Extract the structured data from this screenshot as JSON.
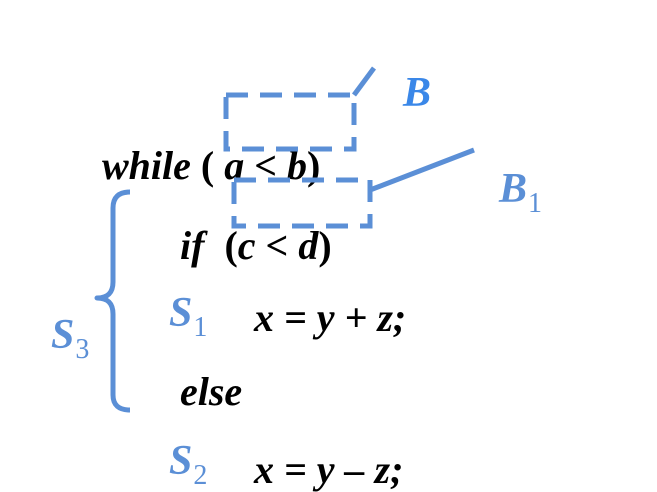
{
  "diagram": {
    "type": "code-annotation",
    "accent_color": "#5b8fd6",
    "label_color_B": "#3a87e8",
    "text_color": "#000000",
    "code_lines": [
      {
        "keyword": "while",
        "open": "(",
        "cond": "a < b",
        "close": ")"
      },
      {
        "keyword": "if",
        "open": "(",
        "cond": "c < d",
        "close": ")"
      },
      {
        "stmt": "x = y + z;"
      },
      {
        "keyword": "else"
      },
      {
        "stmt": "x = y – z;"
      }
    ],
    "labels": {
      "B": {
        "main": "B",
        "sub": ""
      },
      "B1": {
        "main": "B",
        "sub": "1"
      },
      "S1": {
        "main": "S",
        "sub": "1"
      },
      "S2": {
        "main": "S",
        "sub": "2"
      },
      "S3": {
        "main": "S",
        "sub": "3"
      }
    },
    "annotations": [
      {
        "label": "B",
        "target": "a < b",
        "style": "dashed-box"
      },
      {
        "label": "B1",
        "target": "c < d",
        "style": "dashed-box"
      },
      {
        "label": "S1",
        "target": "x = y + z;"
      },
      {
        "label": "S2",
        "target": "x = y – z;"
      },
      {
        "label": "S3",
        "target": "if-else statement",
        "style": "brace"
      }
    ]
  }
}
